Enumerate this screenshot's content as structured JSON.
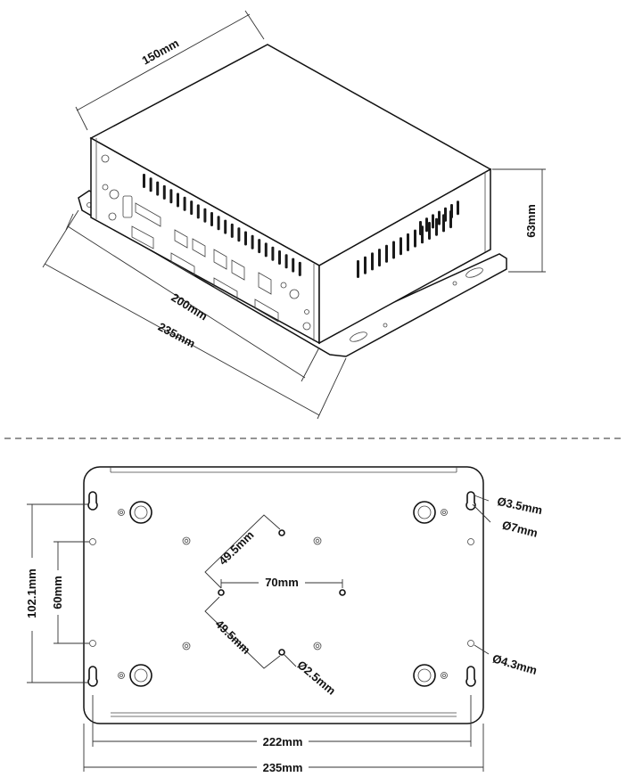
{
  "iso_view": {
    "dim_depth": "150mm",
    "dim_height": "63mm",
    "dim_body_width": "200mm",
    "dim_plate_width": "235mm"
  },
  "bottom_view": {
    "dim_keyhole_small": "Ø3.5mm",
    "dim_keyhole_large": "Ø7mm",
    "dim_vesa_diag_top": "49.5mm",
    "dim_vesa_horizontal": "70mm",
    "dim_vesa_diag_bottom": "49.5mm",
    "dim_vesa_hole": "Ø2.5mm",
    "dim_side_hole": "Ø4.3mm",
    "dim_vertical_outer": "102.1mm",
    "dim_vertical_inner": "60mm",
    "dim_width_inner": "222mm",
    "dim_width_outer": "235mm"
  }
}
